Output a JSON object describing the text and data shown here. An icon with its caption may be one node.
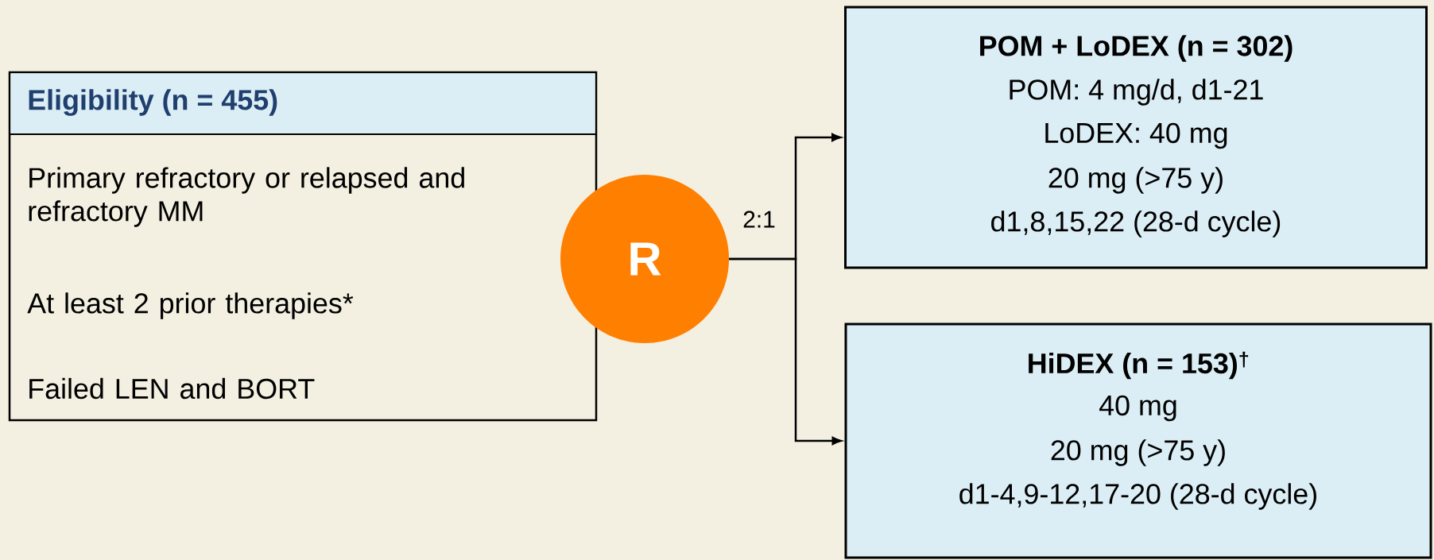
{
  "diagram": {
    "nodes": [
      {
        "text": [
          "Eligibility (n = 455)",
          "Primary refractory or relapsed and refractory MM",
          "At least 2 prior therapies*",
          "Failed LEN and BORT"
        ]
      },
      {
        "text": [
          "R"
        ]
      },
      {
        "text": [
          "POM + LoDEX (n = 302)",
          "POM: 4 mg/d, d1-21",
          "LoDEX: 40 mg",
          "20 mg (>75 y)",
          "d1,8,15,22 (28-d cycle)"
        ]
      },
      {
        "text": [
          "HiDEX (n = 153)$^{†}$",
          "40 mg",
          "20 mg (>75 y)",
          "d1-4,9-12,17-20 (28-d cycle)"
        ]
      }
    ],
    "edges": [
      {
        "from": 1,
        "to": 2,
        "arrow": "to",
        "label": "2:1"
      },
      {
        "from": 1,
        "to": 3,
        "arrow": "to"
      }
    ]
  }
}
